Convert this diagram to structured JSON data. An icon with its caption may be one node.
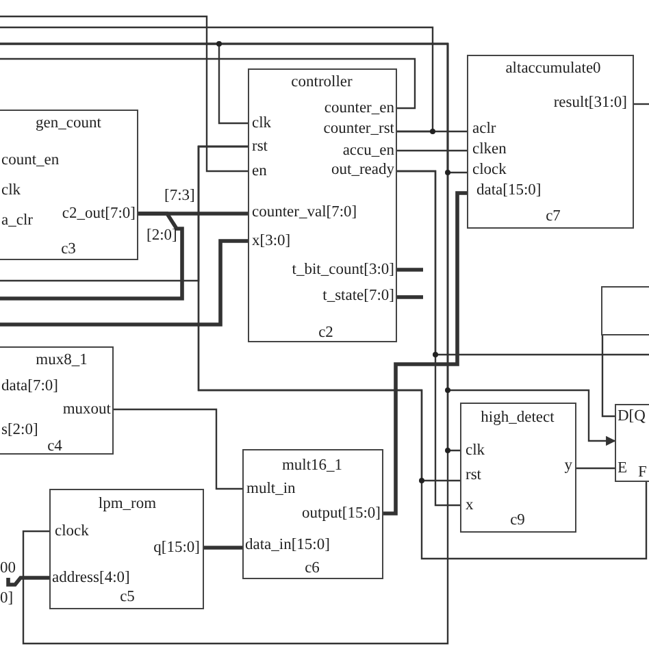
{
  "diagram": {
    "nodes": [
      {
        "text": [
          "controller",
          "clk",
          "rst",
          "en",
          "counter_en",
          "counter_rst",
          "accu_en",
          "out_ready",
          "counter_val[7:0]",
          "x[3:0]",
          "t_bit_count[3:0]",
          "t_state[7:0]",
          "c2"
        ]
      },
      {
        "text": [
          "altaccumulate0",
          "result[31:0]",
          "aclr",
          "clken",
          "clock",
          "data[15:0]",
          "c7"
        ]
      },
      {
        "text": [
          "gen_count",
          "count_en",
          "clk",
          "a_clr",
          "c2_out[7:0]",
          "c3"
        ]
      },
      {
        "text": [
          "mux8_1",
          "data[7:0]",
          "muxout",
          "s[2:0]",
          "c4"
        ]
      },
      {
        "text": [
          "lpm_rom",
          "clock",
          "q[15:0]",
          "address[4:0]",
          "c5"
        ]
      },
      {
        "text": [
          "mult16_1",
          "mult_in",
          "output[15:0]",
          "data_in[15:0]",
          "c6"
        ]
      },
      {
        "text": [
          "high_detect",
          "clk",
          "rst",
          "x",
          "y",
          "c9"
        ]
      },
      {
        "text": [
          "D[Q",
          "E",
          "F"
        ]
      },
      {
        "text": [],
        "shape": "box"
      },
      {
        "text": [
          "00"
        ]
      }
    ],
    "edges": [
      {
        "from": 2,
        "to": 0,
        "arrow": "none",
        "style": "thick"
      },
      {
        "from": 2,
        "to": null,
        "arrow": "none",
        "style": "thick"
      },
      {
        "from": null,
        "to": 0,
        "arrow": "none",
        "style": "thick"
      },
      {
        "from": null,
        "to": 0,
        "arrow": "none"
      },
      {
        "from": null,
        "to": 0,
        "arrow": "none"
      },
      {
        "from": null,
        "to": 1,
        "arrow": "none"
      },
      {
        "from": null,
        "to": 6,
        "arrow": "none"
      },
      {
        "from": null,
        "to": 4,
        "arrow": "none"
      },
      {
        "from": null,
        "to": 7,
        "arrow": "to"
      },
      {
        "from": 0,
        "to": 1,
        "arrow": "none"
      },
      {
        "from": 0,
        "to": null,
        "arrow": "none"
      },
      {
        "from": 0,
        "to": 1,
        "arrow": "none"
      },
      {
        "from": 0,
        "to": null,
        "arrow": "none"
      },
      {
        "from": 0,
        "to": 6,
        "arrow": "none"
      },
      {
        "from": 0,
        "to": null,
        "arrow": "none"
      },
      {
        "from": 0,
        "to": 6,
        "arrow": "none"
      },
      {
        "from": 0,
        "to": 7,
        "arrow": "none"
      },
      {
        "from": 0,
        "to": null,
        "arrow": "none"
      },
      {
        "from": 1,
        "to": null,
        "arrow": "none"
      },
      {
        "from": 5,
        "to": 1,
        "arrow": "none",
        "style": "thick"
      },
      {
        "from": 3,
        "to": 5,
        "arrow": "none"
      },
      {
        "from": 4,
        "to": 5,
        "arrow": "none",
        "style": "thick"
      },
      {
        "from": 9,
        "to": 4,
        "arrow": "none",
        "style": "thick"
      },
      {
        "from": 6,
        "to": 7,
        "arrow": "none"
      },
      {
        "from": 8,
        "to": 7,
        "arrow": "none"
      },
      {
        "from": 0,
        "to": null,
        "arrow": "none",
        "style": "thick"
      },
      {
        "from": 0,
        "to": null,
        "arrow": "none",
        "style": "thick"
      }
    ],
    "labels": [
      "[7:3]",
      "[2:0]",
      "0]"
    ]
  }
}
